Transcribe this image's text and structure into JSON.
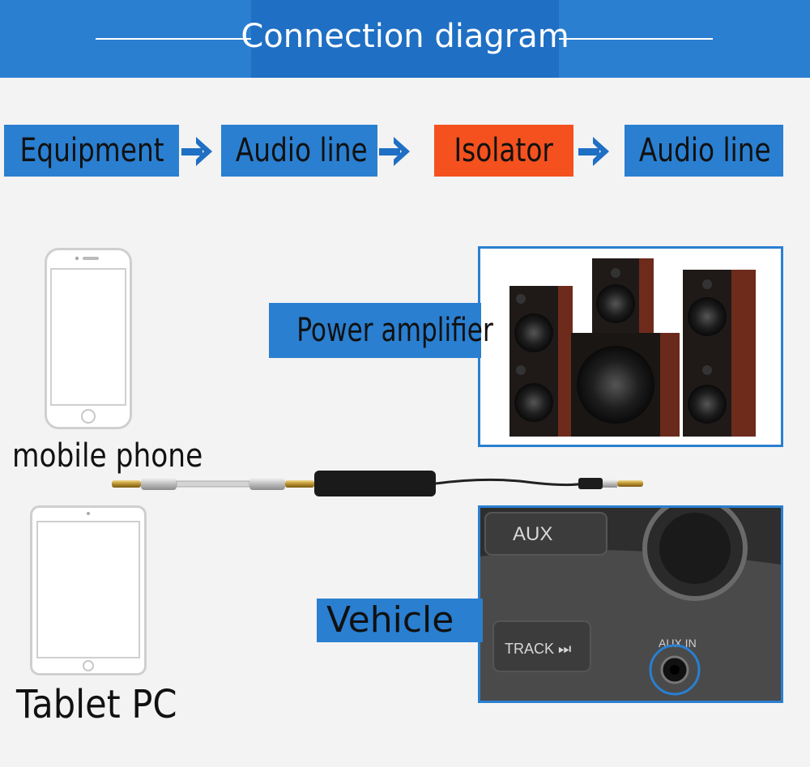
{
  "header": {
    "title": "Connection diagram"
  },
  "flow": [
    {
      "label": "Equipment"
    },
    {
      "label": "Audio line"
    },
    {
      "label": "Isolator"
    },
    {
      "label": "Audio line"
    }
  ],
  "devices": {
    "phone": "mobile phone",
    "tablet": "Tablet PC"
  },
  "outputs": {
    "amplifier": "Power amplifier",
    "vehicle": "Vehicle"
  },
  "car_panel": {
    "aux": "AUX",
    "track": "TRACK ⏭",
    "aux_in": "AUX IN"
  },
  "colors": {
    "header": "#2a7fd0",
    "box_blue": "#2a7fd0",
    "box_orange": "#f4511e",
    "arrow": "#1f6fc4"
  }
}
